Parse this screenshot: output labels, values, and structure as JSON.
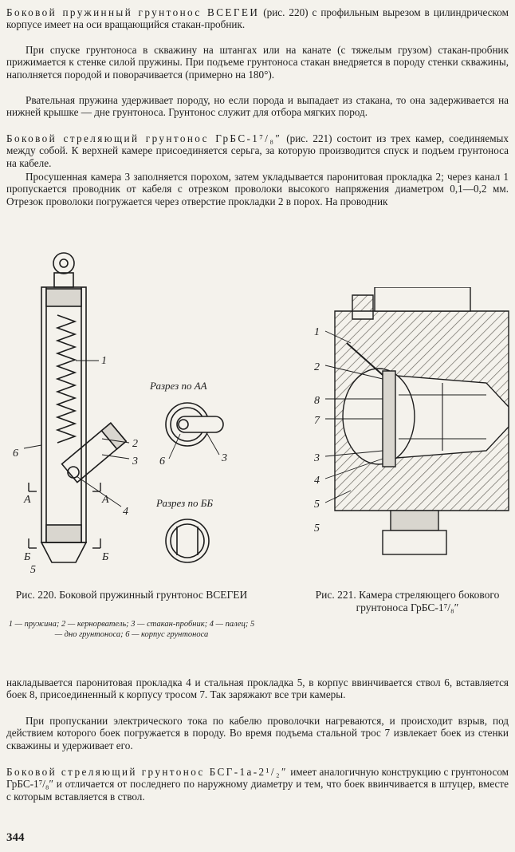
{
  "page": {
    "paragraphs": [
      {
        "lead": "Боковой пружинный грунтонос ВСЕГЕИ",
        "text": " (рис. 220) с профильным вырезом в цилиндрическом корпусе имеет на оси вращающийся стакан-пробник."
      },
      {
        "lead": "",
        "text": "При спуске грунтоноса в скважину на штангах или на канате (с тяжелым грузом) стакан-пробник прижимается к стенке силой пружины. При подъеме грунтоноса стакан внедряется в породу стенки скважины, наполняется породой и поворачивается (примерно на 180°)."
      },
      {
        "lead": "",
        "text": "Рвательная пружина удерживает породу, но если порода и выпадает из стакана, то она задерживается на нижней крышке — дне грунтоноса. Грунтонос служит для отбора мягких пород."
      },
      {
        "lead": "Боковой стреляющий грунтонос ГрБС-1⁷/₈″",
        "text": " (рис. 221) состоит из трех камер, соединяемых между собой. К верхней камере присоединяется серьга, за которую производится спуск и подъем грунтоноса на кабеле."
      },
      {
        "lead": "",
        "text": "Просушенная камера 3 заполняется порохом, затем укладывается паронитовая прокладка 2; через канал 1 пропускается проводник от кабеля с отрезком проволоки высокого напряжения диаметром 0,1—0,2 мм. Отрезок проволоки погружается через отверстие прокладки 2 в порох. На проводник"
      },
      {
        "lead": "",
        "text": "накладывается паронитовая прокладка 4 и стальная прокладка 5, в корпус ввинчивается ствол 6, вставляется боек 8, присоединенный к корпусу тросом 7. Так заряжают все три камеры."
      },
      {
        "lead": "",
        "text": "При пропускании электрического тока по кабелю проволочки нагреваются, и происходит взрыв, под действием которого боек погружается в породу. Во время подъема стальной трос 7 извлекает боек из стенки скважины и удерживает его."
      },
      {
        "lead": "Боковой стреляющий грунтонос БСГ-1а-2¹/₂″",
        "text": " имеет аналогичную конструкцию с грунтоносом ГрБС-1⁷/₈″ и отличается от последнего по наружному диаметру и тем, что боек ввинчивается в штуцер, вместе с которым вставляется в ствол."
      }
    ],
    "fig220": {
      "caption": "Рис. 220. Боковой пружинный грунтонос ВСЕГЕИ",
      "legend": "1 — пружина; 2 — кернорватель; 3 — стакан-пробник; 4 — палец; 5 — дно грунтоноса; 6 — корпус грунтоноса",
      "section_aa": "Разрез по АА",
      "section_bb": "Разрез по ББ",
      "labels": {
        "l1": "1",
        "l2": "2",
        "l3": "3",
        "l4": "4",
        "l5": "5",
        "l6": "6",
        "a": "А",
        "b": "Б",
        "s6": "6",
        "s3": "3"
      }
    },
    "fig221": {
      "caption": "Рис. 221. Камера стреляющего бокового грунтоноса ГрБС-1⁷/₈″",
      "labels": {
        "l1": "1",
        "l2": "2",
        "l8": "8",
        "l7": "7",
        "l3": "3",
        "l4": "4",
        "l5a": "5",
        "l5b": "5"
      }
    },
    "page_number": "344"
  }
}
